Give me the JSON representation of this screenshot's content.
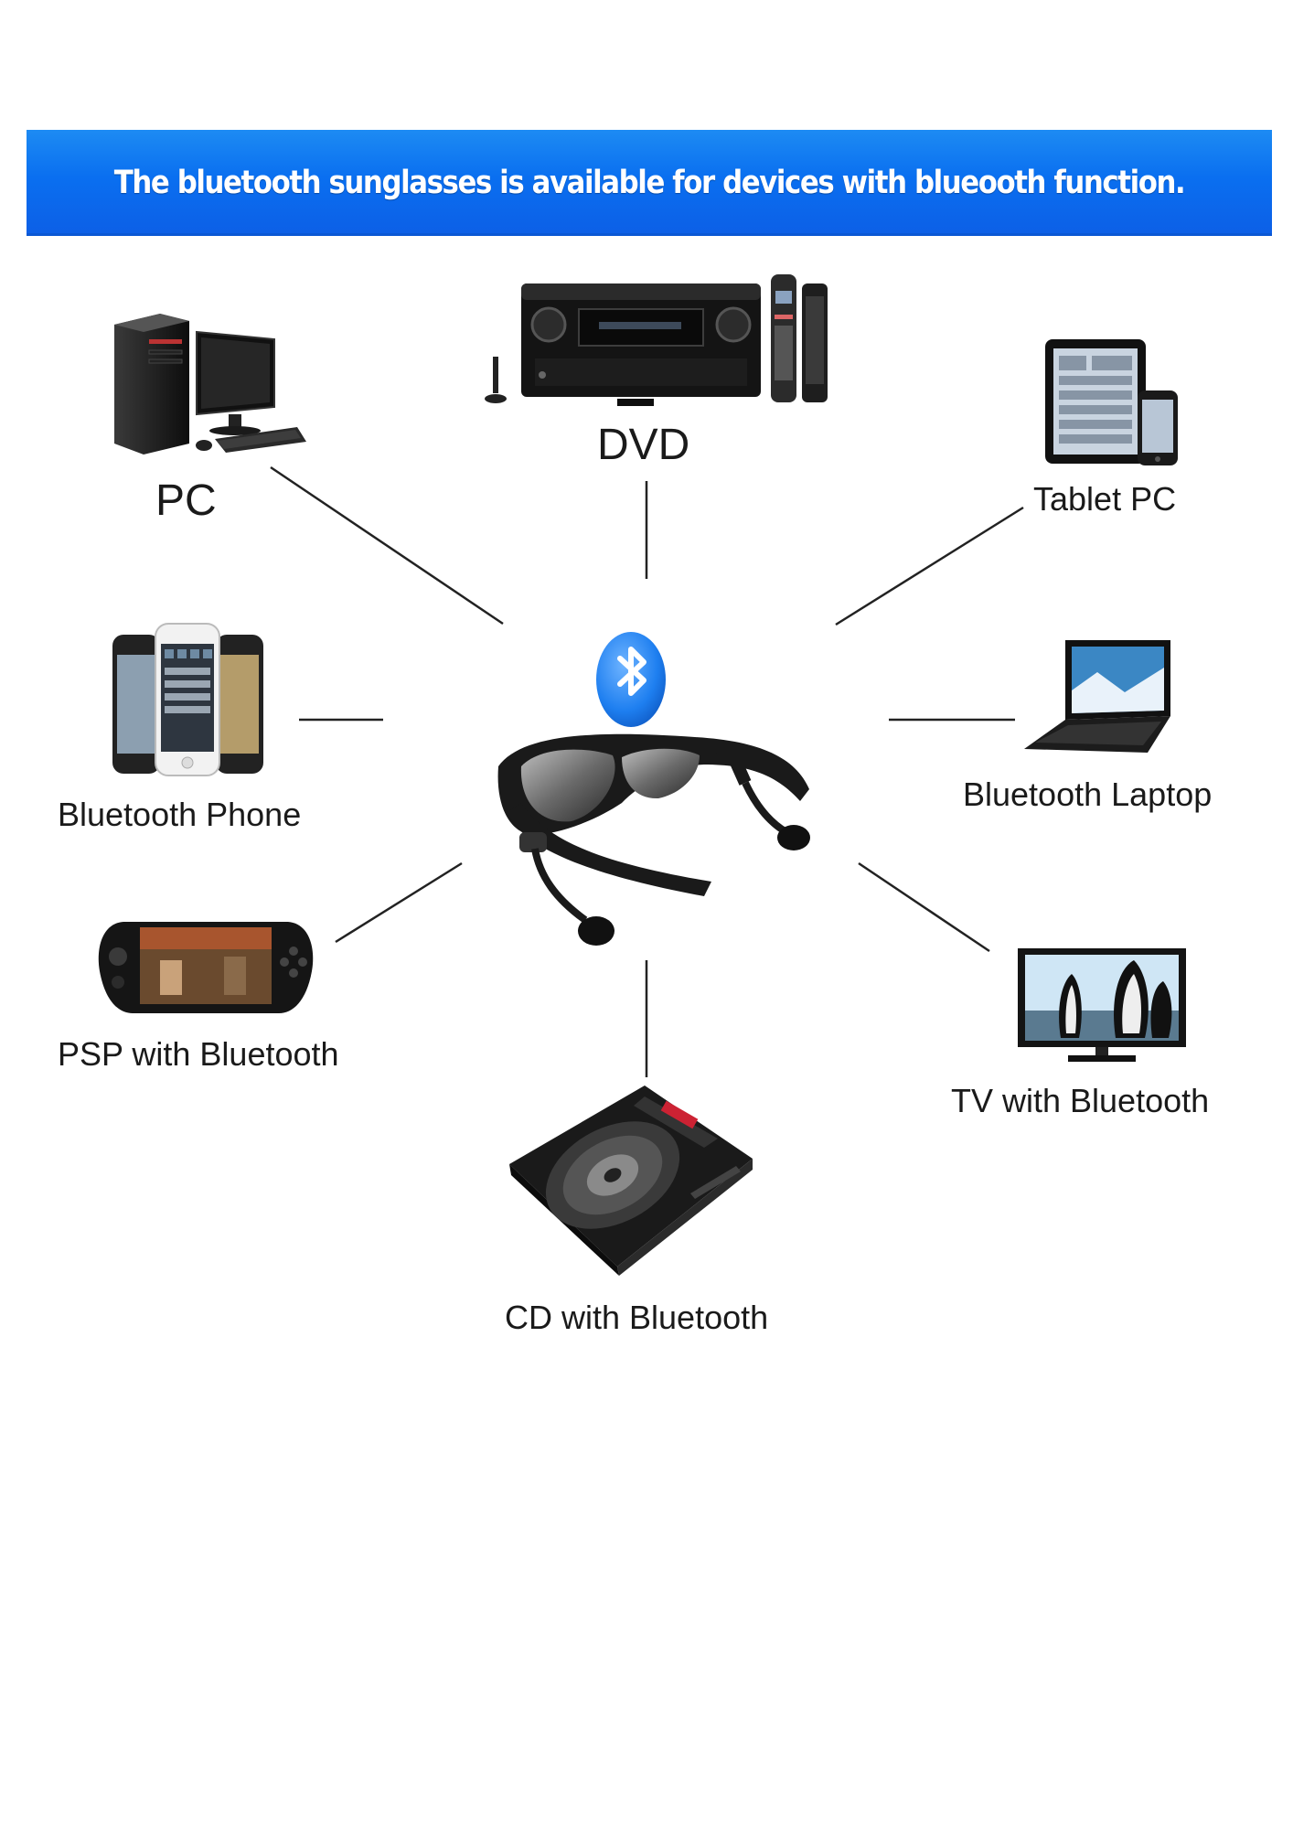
{
  "banner": {
    "text": "The bluetooth sunglasses is available for devices with blueooth function."
  },
  "devices": {
    "pc": "PC",
    "dvd": "DVD",
    "tablet": "Tablet PC",
    "phone": "Bluetooth Phone",
    "laptop": "Bluetooth Laptop",
    "psp": "PSP with Bluetooth",
    "tv": "TV with Bluetooth",
    "cd": "CD with Bluetooth"
  },
  "colors": {
    "banner": "#0a6ff0",
    "bluetooth": "#1e7ff0",
    "connector": "#222222"
  },
  "icons": {
    "center": "bluetooth-icon",
    "product": "sunglasses-headset-icon"
  }
}
